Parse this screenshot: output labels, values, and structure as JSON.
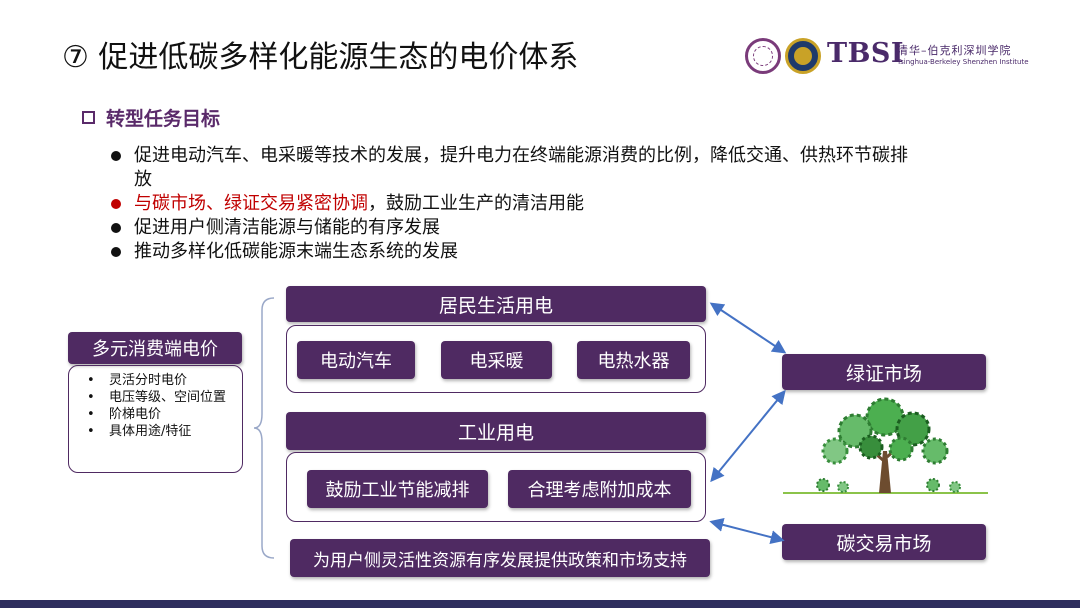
{
  "title": "⑦ 促进低碳多样化能源生态的电价体系",
  "logo": {
    "brand": "TBSI",
    "name_cn": "清华–伯克利深圳学院",
    "name_en": "Tsinghua-Berkeley Shenzhen Institute"
  },
  "section": {
    "label": "转型任务目标"
  },
  "bullets": [
    {
      "text": "促进电动汽车、电采暖等技术的发展，提升电力在终端能源消费的比例，降低交通、供热环节碳排放"
    },
    {
      "text_red": "与碳市场、绿证交易紧密协调",
      "text_rest": "，鼓励工业生产的清洁用能"
    },
    {
      "text": "促进用户侧清洁能源与储能的有序发展"
    },
    {
      "text": "推动多样化低碳能源末端生态系统的发展"
    }
  ],
  "diagram": {
    "left_title": "多元消费端电价",
    "left_items": [
      "灵活分时电价",
      "电压等级、空间位置",
      "阶梯电价",
      "具体用途/特征"
    ],
    "residential": {
      "title": "居民生活用电",
      "items": [
        "电动汽车",
        "电采暖",
        "电热水器"
      ]
    },
    "industrial": {
      "title": "工业用电",
      "items": [
        "鼓励工业节能减排",
        "合理考虑附加成本"
      ]
    },
    "policy": "为用户侧灵活性资源有序发展提供政策和市场支持",
    "green_market": "绿证市场",
    "carbon_market": "碳交易市场"
  },
  "colors": {
    "primary": "#4f2a62",
    "highlight": "#c00000",
    "arrow": "#4472c4"
  }
}
